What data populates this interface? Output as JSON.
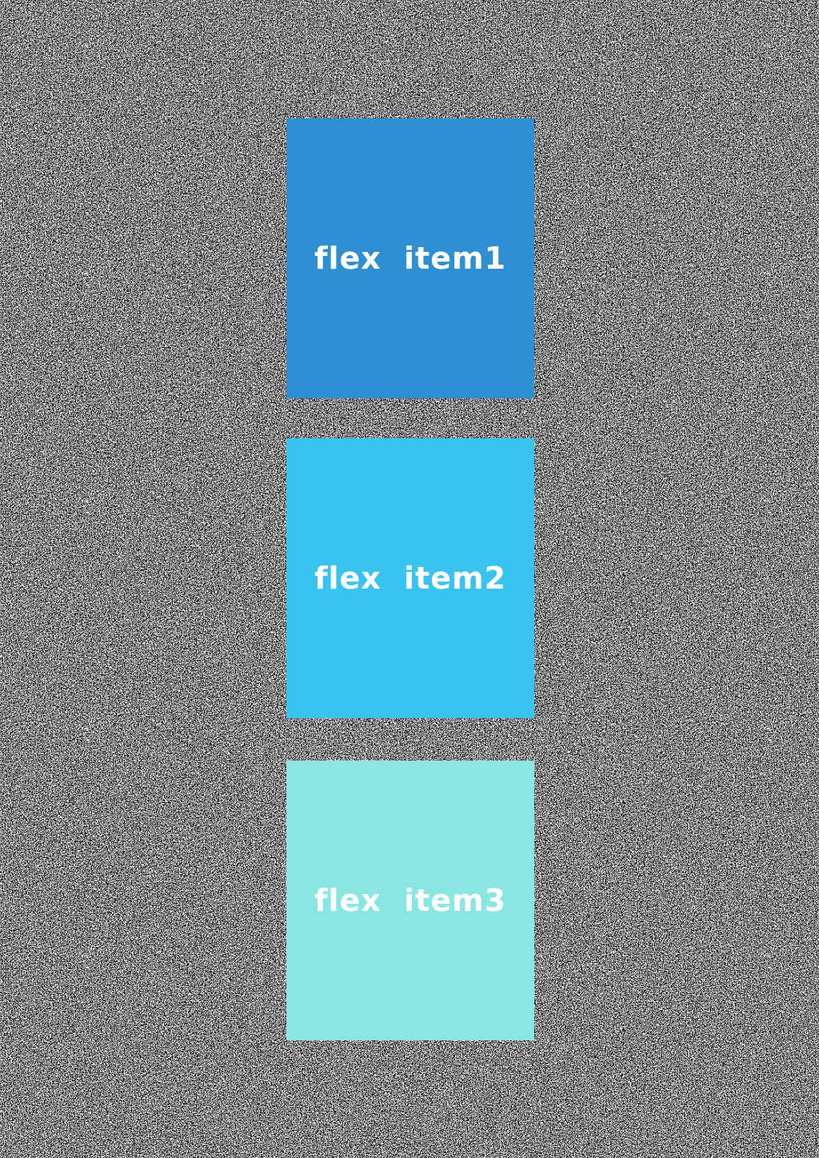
{
  "page": {
    "background_style": "transparency-pixel-noise",
    "noise_dark_color": "#000000",
    "noise_light_color": "#ffffff"
  },
  "flex_container": {
    "text_color": "#ffffff",
    "items": [
      {
        "label": "flex item1",
        "color": "#2e8fd3"
      },
      {
        "label": "flex item2",
        "color": "#38c4ee"
      },
      {
        "label": "flex item3",
        "color": "#8ae6e2"
      }
    ]
  }
}
